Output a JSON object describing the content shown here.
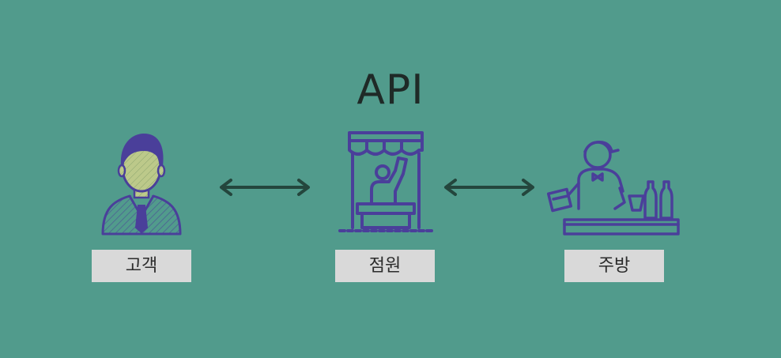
{
  "diagram": {
    "title": "API",
    "nodes": [
      {
        "label": "고객",
        "icon": "customer-icon"
      },
      {
        "label": "점원",
        "icon": "clerk-icon"
      },
      {
        "label": "주방",
        "icon": "kitchen-icon"
      }
    ],
    "edges": [
      {
        "from": "고객",
        "to": "점원",
        "direction": "bidirectional"
      },
      {
        "from": "점원",
        "to": "주방",
        "direction": "bidirectional"
      }
    ],
    "colors": {
      "background": "#519b8c",
      "icon_stroke": "#4a3f9a",
      "arrow": "#24463d",
      "label_bg": "#d9d9d9"
    }
  }
}
